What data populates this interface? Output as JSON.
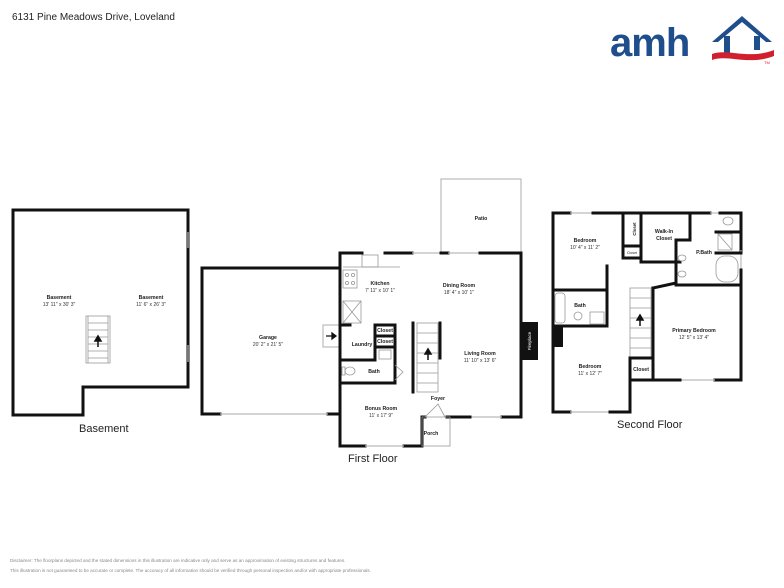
{
  "header": {
    "address": "6131 Pine Meadows Drive, Loveland",
    "logo": {
      "text": "amh",
      "trademark": "TM",
      "icon": "house-roof-icon",
      "colors": {
        "navy": "#1f4e8c",
        "red": "#d0202e"
      }
    }
  },
  "floors": {
    "basement": {
      "label": "Basement",
      "rooms": [
        {
          "name": "Basement",
          "dims": "13' 11\" x 30' 3\""
        },
        {
          "name": "Basement",
          "dims": "11' 6\" x 26' 3\""
        }
      ]
    },
    "first": {
      "label": "First Floor",
      "rooms": [
        {
          "name": "Garage",
          "dims": "20' 2\" x 21' 5\""
        },
        {
          "name": "Kitchen",
          "dims": "7' 11\" x 10' 1\""
        },
        {
          "name": "Dining Room",
          "dims": "18' 4\" x 10' 1\""
        },
        {
          "name": "Patio",
          "dims": ""
        },
        {
          "name": "Closet",
          "dims": ""
        },
        {
          "name": "Closet",
          "dims": ""
        },
        {
          "name": "Laundry",
          "dims": ""
        },
        {
          "name": "Bath",
          "dims": ""
        },
        {
          "name": "Living Room",
          "dims": "11' 10\" x 13' 6\""
        },
        {
          "name": "Fireplace",
          "dims": ""
        },
        {
          "name": "Foyer",
          "dims": ""
        },
        {
          "name": "Bonus Room",
          "dims": "11' x 17' 9\""
        },
        {
          "name": "Porch",
          "dims": ""
        }
      ]
    },
    "second": {
      "label": "Second Floor",
      "rooms": [
        {
          "name": "Bedroom",
          "dims": "10' 4\" x 11' 2\""
        },
        {
          "name": "Closet",
          "dims": ""
        },
        {
          "name": "Closet",
          "dims": ""
        },
        {
          "name": "Walk-In",
          "dims": "Closet"
        },
        {
          "name": "P.Bath",
          "dims": ""
        },
        {
          "name": "Bath",
          "dims": ""
        },
        {
          "name": "Primary Bedroom",
          "dims": "12' 5\" x 13' 4\""
        },
        {
          "name": "Bedroom",
          "dims": "11' x 12' 7\""
        },
        {
          "name": "Closet",
          "dims": ""
        }
      ]
    }
  },
  "disclaimer": {
    "line1": "Disclaimer: The floorplans depicted and the stated dimensions in this illustration are indicative only and serve as an approximation of existing structures and features.",
    "line2": "This illustration is not guaranteed to be accurate or complete. The accuracy of all information should be verified through personal inspection and/or with appropriate professionals."
  }
}
